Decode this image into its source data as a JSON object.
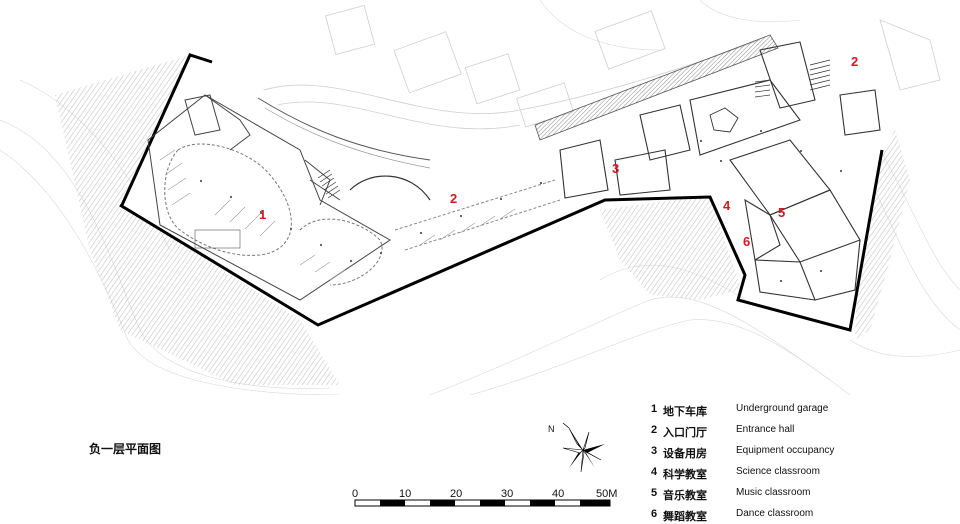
{
  "plan": {
    "title": "负一层平面图",
    "zone_markers": [
      "1",
      "2",
      "2",
      "3",
      "4",
      "5",
      "6"
    ]
  },
  "legend": {
    "items": [
      {
        "num": "1",
        "cn": "地下车库",
        "en": "Underground garage"
      },
      {
        "num": "2",
        "cn": "入口门厅",
        "en": "Entrance hall"
      },
      {
        "num": "3",
        "cn": "设备用房",
        "en": "Equipment occupancy"
      },
      {
        "num": "4",
        "cn": "科学教室",
        "en": "Science classroom"
      },
      {
        "num": "5",
        "cn": "音乐教室",
        "en": "Music classroom"
      },
      {
        "num": "6",
        "cn": "舞蹈教室",
        "en": "Dance classroom"
      }
    ]
  },
  "scale_bar": {
    "ticks": [
      "0",
      "10",
      "20",
      "30",
      "40",
      "50M"
    ]
  },
  "north_arrow": {
    "label": "N"
  },
  "colors": {
    "zone_number": "#d7191f",
    "wall": "#000000",
    "terrain_hatch": "#c9c9c9",
    "line": "#888888"
  }
}
